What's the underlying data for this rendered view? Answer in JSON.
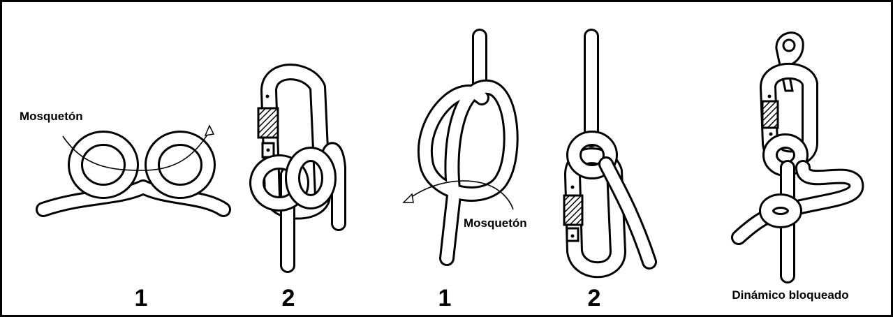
{
  "labels": {
    "carabiner_left": "Mosquetón",
    "carabiner_right": "Mosquetón",
    "step1_left": "1",
    "step2_left": "2",
    "step1_right": "1",
    "step2_right": "2",
    "final_caption": "Dinámico bloqueado"
  },
  "colors": {
    "ink": "#000000",
    "paper": "#ffffff"
  }
}
